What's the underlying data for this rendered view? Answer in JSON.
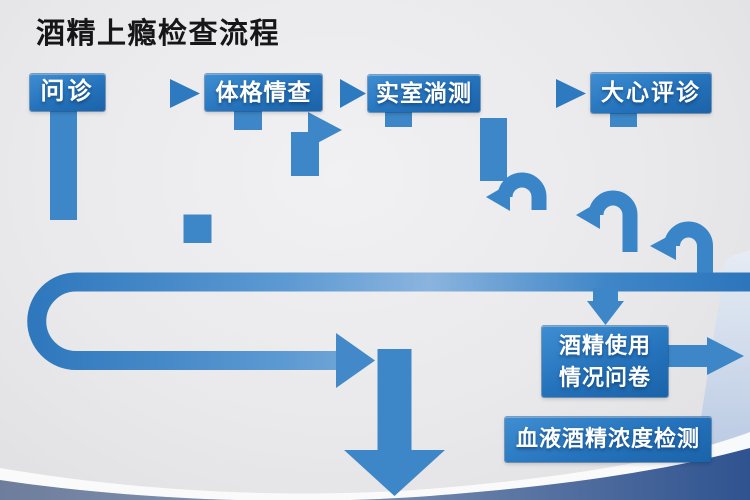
{
  "title": "酒精上瘾检查流程",
  "diagram": {
    "nodes": [
      {
        "id": "interview",
        "label": "问诊"
      },
      {
        "id": "physical-exam",
        "label": "体格情查"
      },
      {
        "id": "lab-test",
        "label": "实室淌测"
      },
      {
        "id": "psych-eval",
        "label": "大心评诊"
      },
      {
        "id": "alcohol-use-questionnaire",
        "label_line1": "酒精使用",
        "label_line2": "情况问卷"
      },
      {
        "id": "blood-alcohol-test",
        "label": "血液酒精浓度检测"
      }
    ],
    "edges": [
      {
        "from": "问诊",
        "to": "体格情查",
        "style": "arrow-right"
      },
      {
        "from": "体格情查",
        "to": "实室淌测",
        "style": "arrow-right"
      },
      {
        "from": "实室淌测",
        "to": "大心评诊",
        "style": "arrow-right"
      },
      {
        "from": "体格情查",
        "to": "winding-ribbon",
        "style": "down-then-right-arrow"
      },
      {
        "from": "实室淌测",
        "to": "winding-ribbon",
        "style": "down"
      },
      {
        "from": "大心评诊",
        "to": "winding-ribbon",
        "style": "down"
      },
      {
        "from": "winding-ribbon",
        "to": "酒精使用情况问卷",
        "style": "arrow-down"
      },
      {
        "from": "酒精使用情况问卷",
        "to": "right-edge",
        "style": "arrow-right"
      },
      {
        "from": "winding-ribbon",
        "to": "bottom",
        "style": "large-arrow-down"
      },
      {
        "note": "winding ribbon contains three left-pointing hook u-turn arrows and one large left-side u-turn ending in a right arrow"
      }
    ]
  },
  "colors": {
    "background": "#e9e9eb",
    "node_fill": "#2b7ac2",
    "node_fill_dark": "#1b63a9",
    "node_text": "#ffffff",
    "ribbon": "#3a86c8",
    "ribbon_light": "#8ab4de",
    "title_text": "#161616",
    "swoosh_dark": "#2f5390",
    "swoosh_slate": "#76849f"
  }
}
